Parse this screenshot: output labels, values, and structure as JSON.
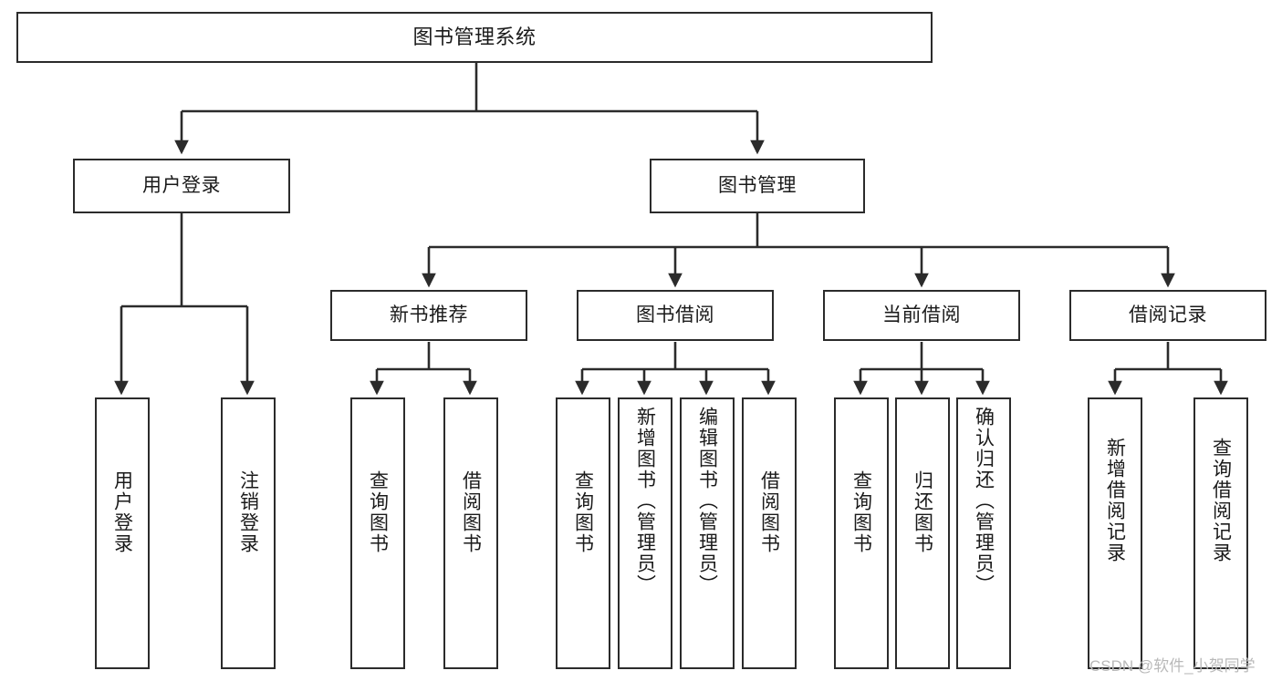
{
  "diagram": {
    "title": "图书管理系统",
    "type": "hierarchy-tree",
    "watermark": "CSDN @软件_小贺同学",
    "colors": {
      "stroke": "#2b2b2b",
      "box_fill": "#ffffff",
      "text": "#1a1a1a",
      "background": "#ffffff",
      "watermark": "#b9b9b9"
    },
    "nodes": {
      "root": {
        "label": "图书管理系统",
        "level": 1,
        "orientation": "horizontal"
      },
      "l2": [
        {
          "label": "用户登录",
          "level": 2,
          "orientation": "horizontal"
        },
        {
          "label": "图书管理",
          "level": 2,
          "orientation": "horizontal"
        }
      ],
      "l3": [
        {
          "label": "新书推荐",
          "level": 3,
          "orientation": "horizontal",
          "parent": "图书管理"
        },
        {
          "label": "图书借阅",
          "level": 3,
          "orientation": "horizontal",
          "parent": "图书管理"
        },
        {
          "label": "当前借阅",
          "level": 3,
          "orientation": "horizontal",
          "parent": "图书管理"
        },
        {
          "label": "借阅记录",
          "level": 3,
          "orientation": "horizontal",
          "parent": "图书管理"
        }
      ],
      "leaves_user_login": [
        {
          "label": "用户登录",
          "orientation": "vertical",
          "parent": "用户登录"
        },
        {
          "label": "注销登录",
          "orientation": "vertical",
          "parent": "用户登录"
        }
      ],
      "leaves_new_books": [
        {
          "label": "查询图书",
          "orientation": "vertical",
          "parent": "新书推荐"
        },
        {
          "label": "借阅图书",
          "orientation": "vertical",
          "parent": "新书推荐"
        }
      ],
      "leaves_borrow": [
        {
          "label": "查询图书",
          "orientation": "vertical",
          "parent": "图书借阅"
        },
        {
          "label": "新增图书（管理员）",
          "orientation": "vertical",
          "parent": "图书借阅"
        },
        {
          "label": "编辑图书（管理员）",
          "orientation": "vertical",
          "parent": "图书借阅"
        },
        {
          "label": "借阅图书",
          "orientation": "vertical",
          "parent": "图书借阅"
        }
      ],
      "leaves_current": [
        {
          "label": "查询图书",
          "orientation": "vertical",
          "parent": "当前借阅"
        },
        {
          "label": "归还图书",
          "orientation": "vertical",
          "parent": "当前借阅"
        },
        {
          "label": "确认归还（管理员）",
          "orientation": "vertical",
          "parent": "当前借阅"
        }
      ],
      "leaves_records": [
        {
          "label": "新增借阅记录",
          "orientation": "vertical",
          "parent": "借阅记录"
        },
        {
          "label": "查询借阅记录",
          "orientation": "vertical",
          "parent": "借阅记录"
        }
      ]
    }
  }
}
